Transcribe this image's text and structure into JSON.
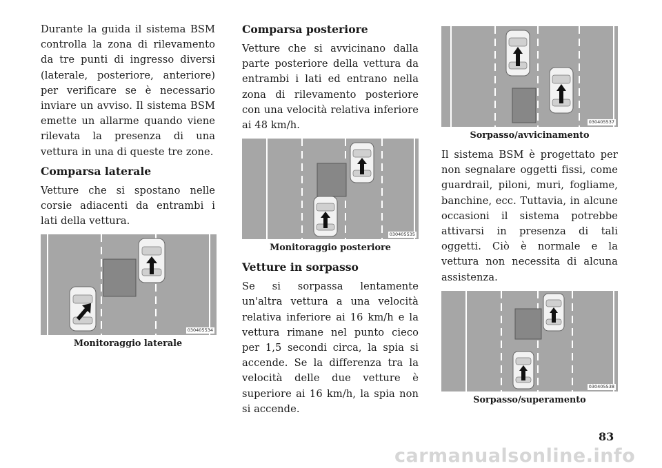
{
  "column1": {
    "intro": "Durante la guida il sistema BSM controlla la zona di rilevamento da tre punti di ingresso diversi (laterale, posteriore, anteriore) per verificare se è necessario inviare un avviso. Il sistema BSM emette un allarme quando viene rilevata la presenza di una vettura in una di queste tre zone.",
    "heading": "Comparsa laterale",
    "text": "Vetture che si spostano nelle corsie adiacenti da entrambi i lati della vettura.",
    "figure_code": "030405534",
    "caption": "Monitoraggio laterale"
  },
  "column2": {
    "heading1": "Comparsa posteriore",
    "text1": "Vetture che si avvicinano dalla parte posteriore della vettura da entrambi i lati ed entrano nella zona di rilevamento posteriore con una velocità relativa inferiore ai 48 km/h.",
    "figure_code": "030405535",
    "caption": "Monitoraggio posteriore",
    "heading2": "Vetture in sorpasso",
    "text2": "Se si sorpassa lentamente un'altra vettura a una velocità relativa inferiore ai 16 km/h e la vettura rimane nel punto cieco per 1,5 secondi circa, la spia si accende. Se la differenza tra la velocità delle due vetture è superiore ai 16 km/h, la spia non si accende."
  },
  "column3": {
    "figure1_code": "030405537",
    "caption1": "Sorpasso/avvicinamento",
    "text": "Il sistema BSM è progettato per non segnalare oggetti fissi, come guardrail, piloni, muri, fogliame, banchine, ecc. Tuttavia, in alcune occasioni il sistema potrebbe attivarsi in presenza di tali oggetti. Ciò è normale e la vettura non necessita di alcuna assistenza.",
    "figure2_code": "030405538",
    "caption2": "Sorpasso/superamento"
  },
  "page_number": "83",
  "watermark": "carmanualsonline.info"
}
